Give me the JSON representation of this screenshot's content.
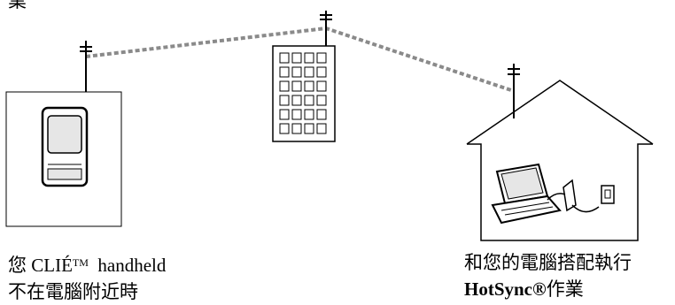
{
  "top_fragment": "業",
  "caption_left": {
    "line1_pre": "您 CLIÉ",
    "line1_tm": "TM",
    "line1_post": "  handheld",
    "line2": "不在電腦附近時"
  },
  "caption_right": {
    "line1": "和您的電腦搭配執行",
    "line2_bold": "HotSync®",
    "line2_rest": "作業"
  },
  "colors": {
    "line": "#000000",
    "dashed_cable": "#8a8a8a",
    "device_screen": "#e6e6e6",
    "background": "#ffffff"
  },
  "icons": [
    "antenna-icon",
    "handheld-device-icon",
    "office-building-icon",
    "house-icon",
    "laptop-icon",
    "cradle-icon",
    "power-outlet-icon"
  ]
}
